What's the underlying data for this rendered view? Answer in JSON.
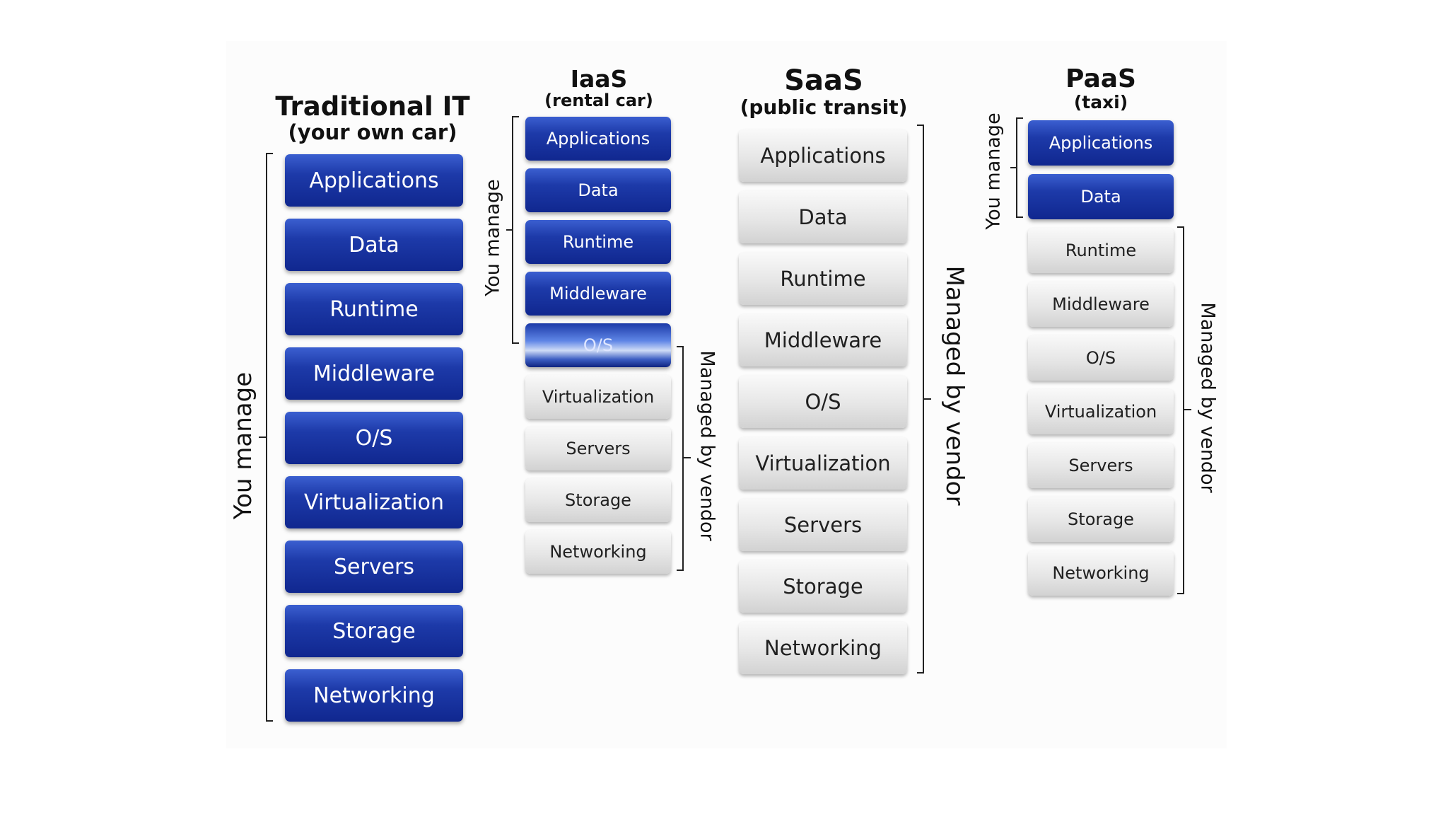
{
  "columns": [
    {
      "id": "traditional",
      "title": "Traditional IT",
      "subtitle": "(your own car)",
      "you_manage_label": "You manage",
      "layers": [
        "Applications",
        "Data",
        "Runtime",
        "Middleware",
        "O/S",
        "Virtualization",
        "Servers",
        "Storage",
        "Networking"
      ]
    },
    {
      "id": "iaas",
      "title": "IaaS",
      "subtitle": "(rental car)",
      "you_manage_label": "You manage",
      "vendor_label": "Managed by vendor",
      "layers": [
        "Applications",
        "Data",
        "Runtime",
        "Middleware",
        "O/S",
        "Virtualization",
        "Servers",
        "Storage",
        "Networking"
      ]
    },
    {
      "id": "saas",
      "title": "SaaS",
      "subtitle": "(public transit)",
      "vendor_label": "Managed by vendor",
      "layers": [
        "Applications",
        "Data",
        "Runtime",
        "Middleware",
        "O/S",
        "Virtualization",
        "Servers",
        "Storage",
        "Networking"
      ]
    },
    {
      "id": "paas",
      "title": "PaaS",
      "subtitle": "(taxi)",
      "you_manage_label": "You manage",
      "vendor_label": "Managed by vendor",
      "layers": [
        "Applications",
        "Data",
        "Runtime",
        "Middleware",
        "O/S",
        "Virtualization",
        "Servers",
        "Storage",
        "Networking"
      ]
    }
  ],
  "colors": {
    "you_manage": "#1d3aa9",
    "managed_by_vendor": "#e3e3e3"
  }
}
